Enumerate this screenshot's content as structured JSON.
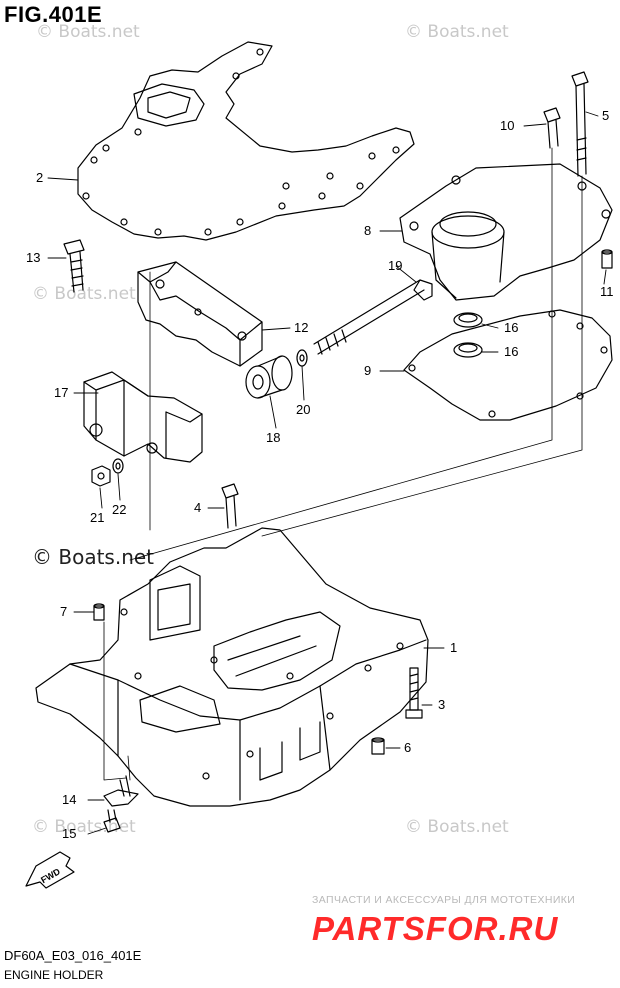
{
  "figure": {
    "title": "FIG.401E",
    "code": "DF60A_E03_016_401E",
    "caption": "ENGINE HOLDER"
  },
  "watermarks": {
    "wm1": "© Boats.net",
    "wm2": "© Boats.net",
    "wm3": "© Boats.net",
    "wm4": "© Boats.net",
    "wm5": "© Boats.net",
    "wm6": "© Boats.net"
  },
  "footer": {
    "promo": "ЗАПЧАСТИ И АКСЕССУАРЫ ДЛЯ МОТОТЕХНИКИ",
    "brand": "PARTSFOR.RU"
  },
  "fwd_label": "FWD",
  "colors": {
    "brand": "#ff2a2a",
    "line": "#000000",
    "watermark": "#c8c8c8"
  },
  "callouts": {
    "c1": "1",
    "c2": "2",
    "c3": "3",
    "c4": "4",
    "c5": "5",
    "c6": "6",
    "c7": "7",
    "c8": "8",
    "c9": "9",
    "c10": "10",
    "c11": "11",
    "c12": "12",
    "c13": "13",
    "c14": "14",
    "c15": "15",
    "c16a": "16",
    "c16b": "16",
    "c17": "17",
    "c18": "18",
    "c19": "19",
    "c20": "20",
    "c21": "21",
    "c22": "22"
  }
}
